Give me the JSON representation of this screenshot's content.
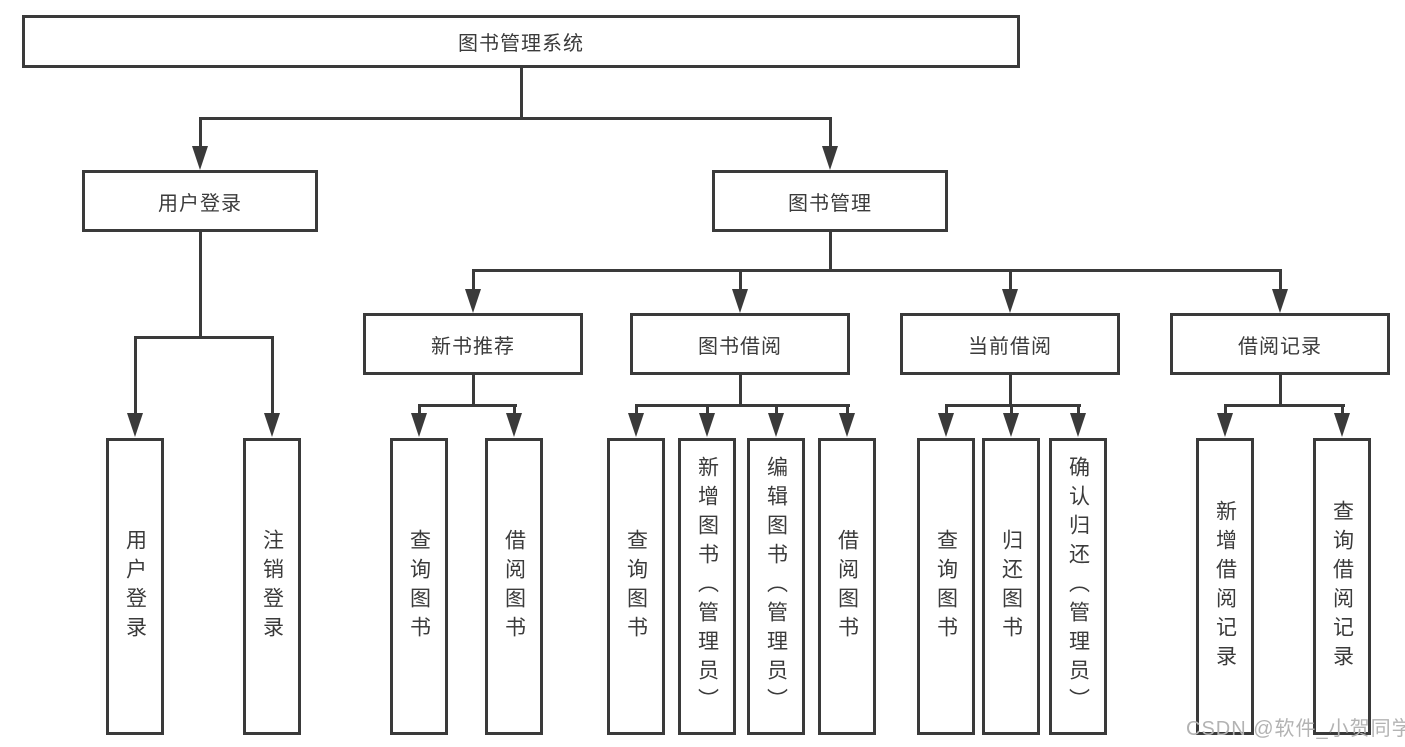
{
  "diagram": {
    "root": {
      "label": "图书管理系统"
    },
    "branches": [
      {
        "label": "用户登录",
        "children": [
          {
            "label": "用户登录"
          },
          {
            "label": "注销登录"
          }
        ]
      },
      {
        "label": "图书管理",
        "children": [
          {
            "label": "新书推荐",
            "children": [
              {
                "label": "查询图书"
              },
              {
                "label": "借阅图书"
              }
            ]
          },
          {
            "label": "图书借阅",
            "children": [
              {
                "label": "查询图书"
              },
              {
                "label": "新增图书（管理员）"
              },
              {
                "label": "编辑图书（管理员）"
              },
              {
                "label": "借阅图书"
              }
            ]
          },
          {
            "label": "当前借阅",
            "children": [
              {
                "label": "查询图书"
              },
              {
                "label": "归还图书"
              },
              {
                "label": "确认归还（管理员）"
              }
            ]
          },
          {
            "label": "借阅记录",
            "children": [
              {
                "label": "新增借阅记录"
              },
              {
                "label": "查询借阅记录"
              }
            ]
          }
        ]
      }
    ]
  },
  "watermark": {
    "text": "CSDN @软件_小贺同学"
  },
  "colors": {
    "line": "#3a3a3a",
    "text": "#3b3b3b",
    "watermark": "#b3b3b3",
    "background": "#ffffff"
  }
}
